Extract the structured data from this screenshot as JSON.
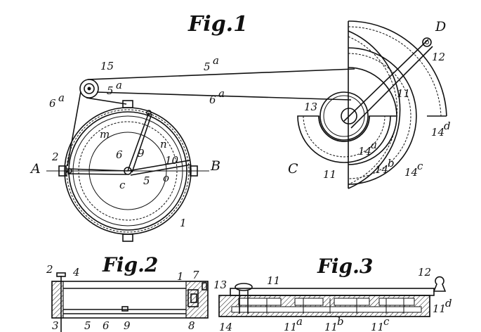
{
  "figures": {
    "fig1": "Fig.1",
    "fig2": "Fig.2",
    "fig3": "Fig.3"
  },
  "fig1_labels": {
    "l15": "15",
    "l5a_top": "5",
    "l5a_top_sup": "a",
    "l6a_mid": "6",
    "l6a_mid_sup": "a",
    "l5a_left": "5",
    "l5a_left_sup": "a",
    "l6a_left": "6",
    "l6a_left_sup": "a",
    "lD": "D",
    "l12": "12",
    "l13": "13",
    "l11_upper": "11",
    "l14a": "14",
    "l14a_sup": "a",
    "l14b": "14",
    "l14b_sup": "b",
    "l14c": "14",
    "l14c_sup": "c",
    "l14d": "14",
    "l14d_sup": "d",
    "lC": "C",
    "l11_lower": "11",
    "lA": "A",
    "lB": "B",
    "l2": "2",
    "lm": "m",
    "l6": "6",
    "l9": "9",
    "ln": "n",
    "l10": "10",
    "lc": "c",
    "l5": "5",
    "lo": "o",
    "l1": "1"
  },
  "fig2_labels": {
    "l2": "2",
    "l4": "4",
    "l1": "1",
    "l7": "7",
    "l3": "3",
    "l5": "5",
    "l6": "6",
    "l9": "9",
    "l8": "8"
  },
  "fig3_labels": {
    "l13": "13",
    "l11": "11",
    "l12": "12",
    "l11d": "11",
    "l11d_sup": "d",
    "l14": "14",
    "l11a": "11",
    "l11a_sup": "a",
    "l11b": "11",
    "l11b_sup": "b",
    "l11c": "11",
    "l11c_sup": "c"
  }
}
